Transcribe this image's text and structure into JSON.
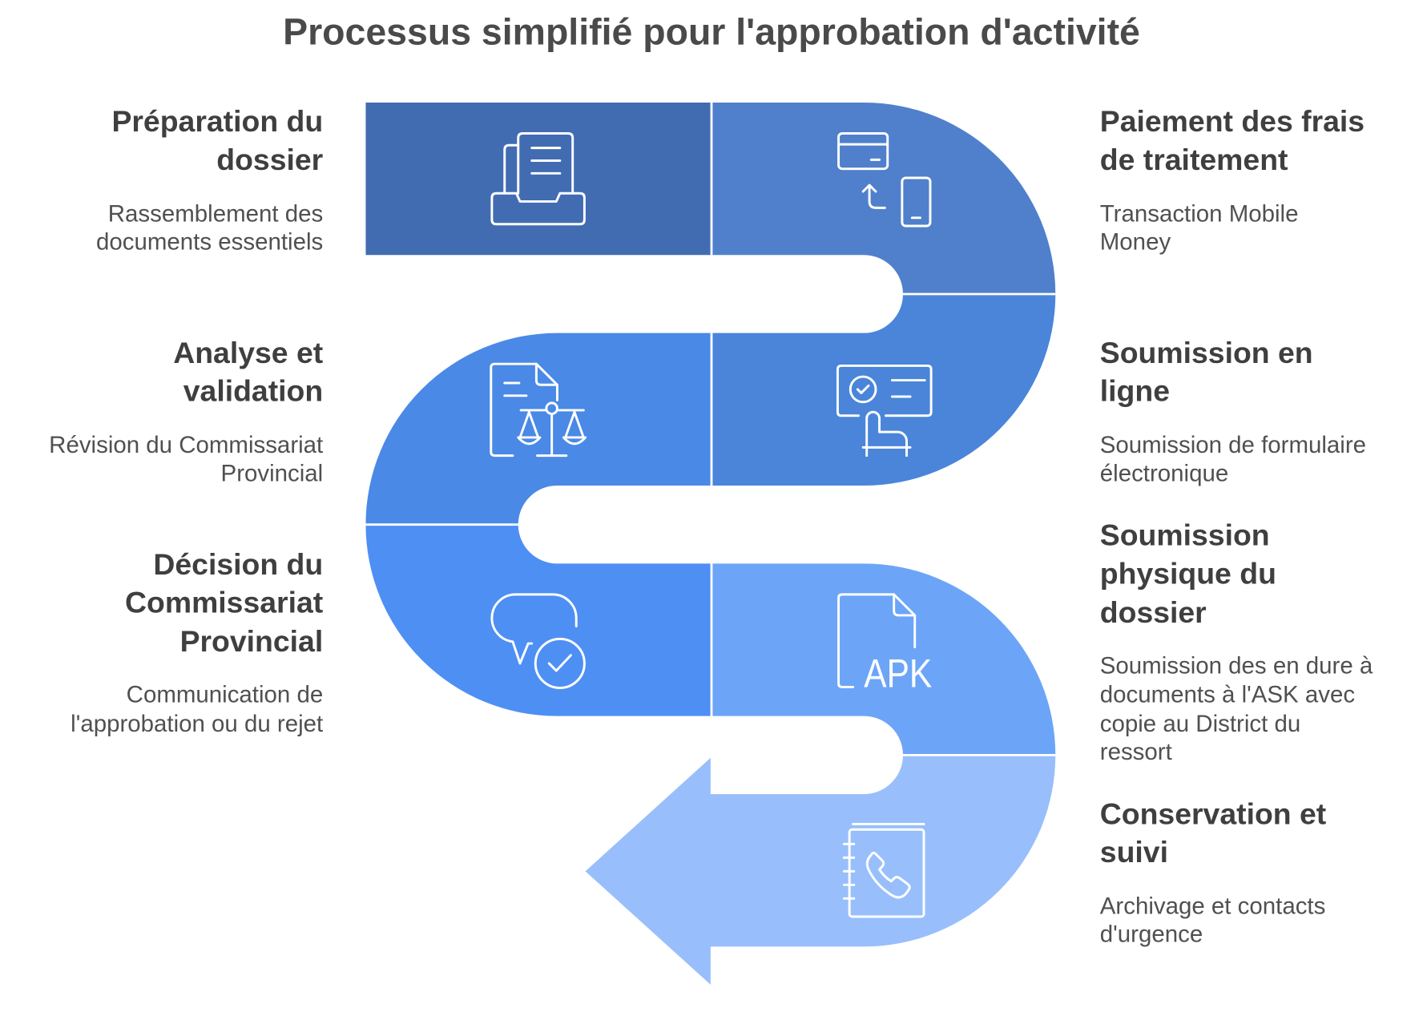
{
  "title": "Processus simplifié pour l'approbation d'activité",
  "steps": [
    {
      "title": "Préparation du\ndossier",
      "description": "Rassemblement des\ndocuments essentiels",
      "icon": "document-tray-icon",
      "color": "#426cb2"
    },
    {
      "title": "Paiement des frais\nde traitement",
      "description": "Transaction Mobile\nMoney",
      "icon": "card-to-phone-payment-icon",
      "color": "#5080cc"
    },
    {
      "title": "Soumission en\nligne",
      "description": "Soumission de formulaire\nélectronique",
      "icon": "online-form-click-icon",
      "color": "#4a85da"
    },
    {
      "title": "Analyse et\nvalidation",
      "description": "Révision du Commissariat\nProvincial",
      "icon": "document-scales-icon",
      "color": "#4a89e6"
    },
    {
      "title": "Décision du\nCommissariat\nProvincial",
      "description": "Communication de\nl'approbation ou du rejet",
      "icon": "chat-approval-icon",
      "color": "#4e8ff4"
    },
    {
      "title": "Soumission\nphysique du\ndossier",
      "description": "Soumission des en dure à\ndocuments à l'ASK avec\ncopie au District du\nressort",
      "icon": "apk-file-icon",
      "icon_text": "APK",
      "color": "#6ca5f8"
    },
    {
      "title": "Conservation et\nsuivi",
      "description": "Archivage et contacts\nd'urgence",
      "icon": "address-book-phone-icon",
      "color": "#98bffb"
    }
  ]
}
